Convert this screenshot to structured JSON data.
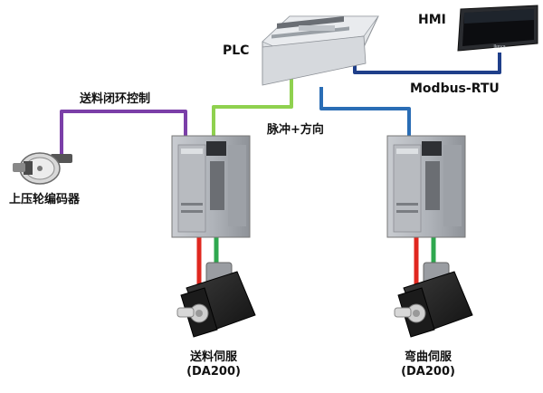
{
  "labels": {
    "plc": "PLC",
    "hmi": "HMI",
    "modbus": "Modbus-RTU",
    "feed_loop": "送料闭环控制",
    "pulse_dir": "脉冲+方向",
    "encoder": "上压轮编码器",
    "feed_servo_name": "送料伺服",
    "feed_servo_model": "(DA200)",
    "bend_servo_name": "弯曲伺服",
    "bend_servo_model": "(DA200)"
  },
  "colors": {
    "feed_loop_cable": "#7b3fa8",
    "pulse_cable": "#8fd14f",
    "plc_to_drive2_cable": "#2a6db5",
    "modbus_cable": "#1f3f8a",
    "power_cable": "#e0271f",
    "encoder_cable": "#2fa84f"
  },
  "icons": {
    "plc": "plc-unit-icon",
    "hmi": "hmi-touchscreen-icon",
    "drive": "servo-drive-icon",
    "motor": "servo-motor-icon",
    "encoder": "rotary-encoder-icon"
  }
}
